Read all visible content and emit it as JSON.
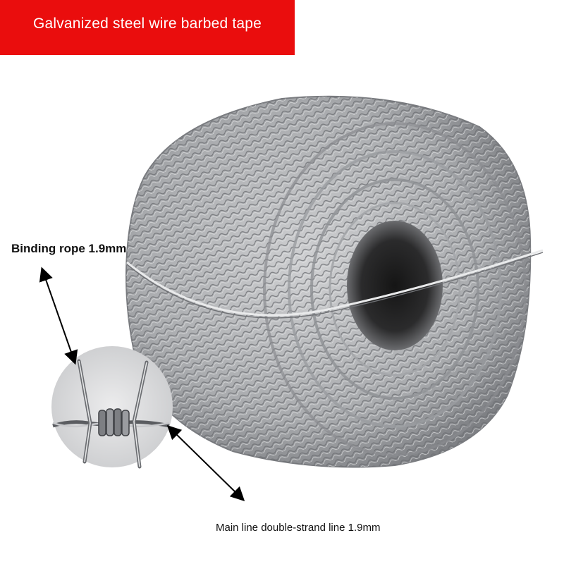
{
  "header": {
    "title": "Galvanized steel wire barbed tape"
  },
  "annotations": {
    "binding_rope": "Binding rope 1.9mm",
    "main_line": "Main line double-strand line 1.9mm"
  },
  "colors": {
    "banner": "#ea0d0d",
    "wire": "#8d8f93",
    "inset_bg": "#d9dadc"
  }
}
